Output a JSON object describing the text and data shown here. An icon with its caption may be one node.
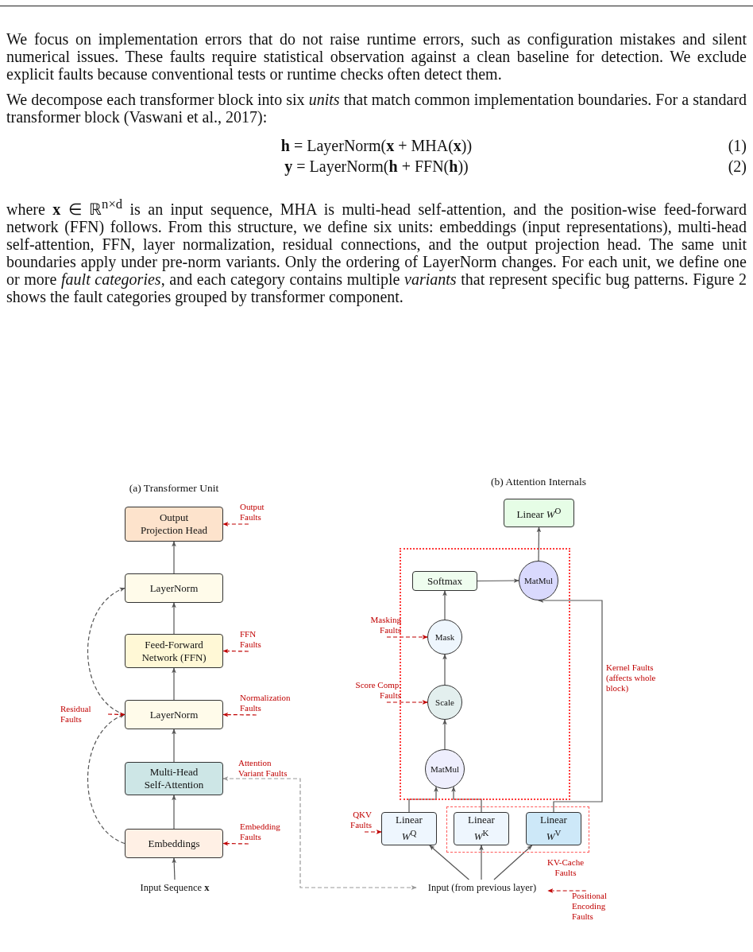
{
  "diagram": {
    "nodes": [
      {
        "text": [
          "Output Projection Head"
        ]
      },
      {
        "text": [
          "LayerNorm"
        ]
      },
      {
        "text": [
          "Feed-Forward Network (FFN)"
        ]
      },
      {
        "text": [
          "LayerNorm"
        ]
      },
      {
        "text": [
          "Multi-Head Self-Attention"
        ]
      },
      {
        "text": [
          "Embeddings"
        ]
      },
      {
        "text": [
          "Input Sequence **x**"
        ]
      },
      {
        "text": [
          "Output Faults"
        ]
      },
      {
        "text": [
          "FFN Faults"
        ]
      },
      {
        "text": [
          "Normalization Faults"
        ]
      },
      {
        "text": [
          "Residual Faults"
        ]
      },
      {
        "text": [
          "Embedding Faults"
        ]
      },
      {
        "text": [
          "Linear *W*$^{O}$"
        ]
      },
      {
        "text": [],
        "shape": "box"
      },
      {
        "text": [
          "Softmax"
        ],
        "in": 13
      },
      {
        "text": [
          "MatMul"
        ],
        "in": 13
      },
      {
        "text": [
          "Mask"
        ],
        "in": 13
      },
      {
        "text": [
          "Scale"
        ],
        "in": 13
      },
      {
        "text": [
          "MatMul"
        ],
        "in": 13
      },
      {
        "text": [
          "Masking Faults"
        ]
      },
      {
        "text": [
          "Score Comp. Faults"
        ]
      },
      {
        "text": [
          "QKV Faults"
        ]
      },
      {
        "text": [
          "Linear *W*$^{Q}$"
        ]
      },
      {
        "text": [
          "KV-Cache Faults"
        ]
      },
      {
        "text": [
          "Linear *W*$^{K}$"
        ],
        "in": 23
      },
      {
        "text": [
          "Linear *W*$^{V}$"
        ],
        "in": 23
      },
      {
        "text": [
          "Input (from previous layer)"
        ]
      },
      {
        "text": [
          "Positional Encoding Faults"
        ]
      }
    ],
    "edges": [
      {
        "from": 6,
        "to": 5,
        "arrow": "to"
      },
      {
        "from": 5,
        "to": 4,
        "arrow": "to"
      },
      {
        "from": 4,
        "to": 3,
        "arrow": "to"
      },
      {
        "from": 3,
        "to": 2,
        "arrow": "to"
      },
      {
        "from": 2,
        "to": 1,
        "arrow": "to"
      },
      {
        "from": 1,
        "to": 0,
        "arrow": "to"
      },
      {
        "from": 5,
        "to": 3,
        "arrow": "to",
        "style": "dashed"
      },
      {
        "from": 3,
        "to": 1,
        "arrow": "to",
        "style": "dashed"
      },
      {
        "from": 7,
        "to": 0,
        "arrow": "to",
        "style": "dashed",
        "color": "#c00000"
      },
      {
        "from": 8,
        "to": 2,
        "arrow": "to",
        "style": "dashed",
        "color": "#c00000"
      },
      {
        "from": 9,
        "to": 3,
        "arrow": "to",
        "style": "dashed",
        "color": "#c00000"
      },
      {
        "from": 10,
        "to": 3,
        "arrow": "to",
        "style": "dashed",
        "color": "#c00000"
      },
      {
        "from": 11,
        "to": 5,
        "arrow": "to",
        "style": "dashed",
        "color": "#c00000"
      },
      {
        "from": 4,
        "to": 26,
        "arrow": "both",
        "style": "dashed",
        "color": "#999999"
      },
      {
        "from": 15,
        "to": 12,
        "arrow": "to"
      },
      {
        "from": 14,
        "to": 15,
        "arrow": "to"
      },
      {
        "from": 16,
        "to": 14,
        "arrow": "to"
      },
      {
        "from": 17,
        "to": 16,
        "arrow": "to"
      },
      {
        "from": 18,
        "to": 17,
        "arrow": "to"
      },
      {
        "from": 22,
        "to": 18,
        "arrow": "to"
      },
      {
        "from": 24,
        "to": 18,
        "arrow": "to"
      },
      {
        "from": 25,
        "to": 15,
        "arrow": "to"
      },
      {
        "from": 26,
        "to": 22,
        "arrow": "to"
      },
      {
        "from": 26,
        "to": 24,
        "arrow": "to"
      },
      {
        "from": 26,
        "to": 25,
        "arrow": "to"
      },
      {
        "from": 19,
        "to": 16,
        "arrow": "to",
        "style": "dashed",
        "color": "#c00000"
      },
      {
        "from": 20,
        "to": 17,
        "arrow": "to",
        "style": "dashed",
        "color": "#c00000"
      },
      {
        "from": 21,
        "to": 22,
        "arrow": "to",
        "style": "dashed",
        "color": "#c00000"
      },
      {
        "from": 27,
        "to": 26,
        "arrow": "to",
        "style": "dashed",
        "color": "#c00000"
      }
    ],
    "labels": [
      "We focus on implementation errors that do not raise runtime errors, such as configuration mistakes and silent numerical issues. These faults require statistical observation against a clean baseline for detection. We exclude explicit faults because conventional tests or runtime checks often detect them.",
      "We decompose each transformer block into six *units* that match common implementation boundaries. For a standard transformer block (Vaswani et al., 2017):",
      "**h** = LayerNorm(**x** + MHA(**x**))",
      "(1)",
      "**y** = LayerNorm(**h** + FFN(**h**))",
      "(2)",
      "where **x** ∈ ℝ$^{n×d}$ is an input sequence, MHA is multi-head self-attention, and the position-wise feed-forward network (FFN) follows. From this structure, we define six units: embeddings (input representations), multi-head self-attention, FFN, layer normalization, residual connections, and the output projection head. The same unit boundaries apply under pre-norm variants. Only the ordering of LayerNorm changes. For each unit, we define one or more *fault categories*, and each category contains multiple *variants* that represent specific bug patterns. Figure 2 shows the fault categories grouped by transformer component.",
      "(a) Transformer Unit",
      "(b) Attention Internals",
      "Attention Variant Faults",
      "Kernel Faults (affects whole block)"
    ]
  }
}
